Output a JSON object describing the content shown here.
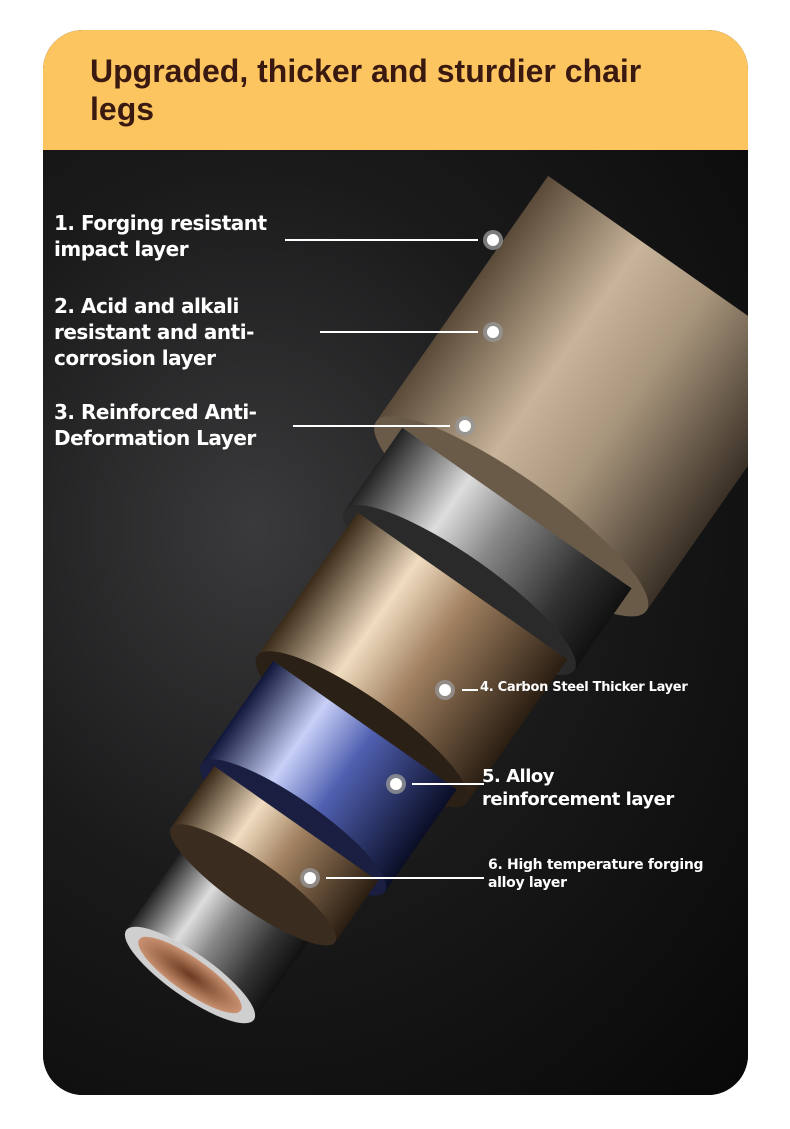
{
  "title": "Upgraded, thicker and sturdier chair legs",
  "layers": [
    "1. Forging resistant impact layer",
    "2. Acid and alkali resistant and anti-corrosion layer",
    "3. Reinforced Anti-Deformation Layer",
    "4. Carbon Steel Thicker Layer",
    "5. Alloy reinforcement layer",
    "6. High temperature forging alloy layer"
  ],
  "colors": {
    "header": "#fcc560",
    "title": "#3a1a10"
  }
}
